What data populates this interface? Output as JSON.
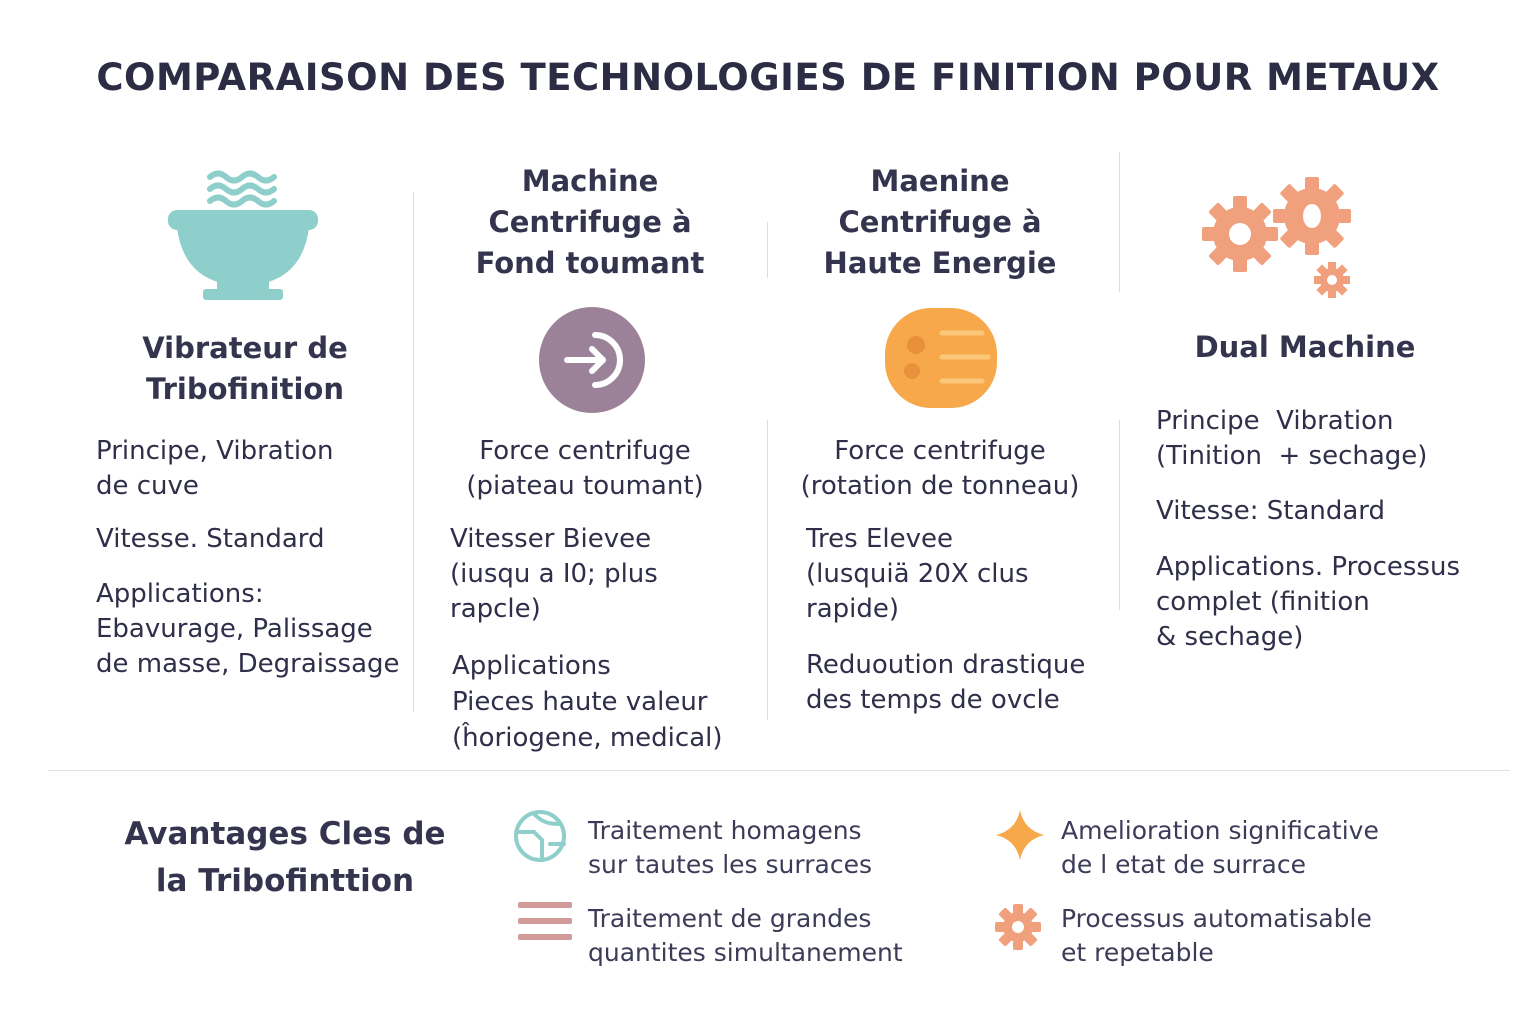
{
  "title": "COMPARAISON DES TECHNOLOGIES DE FINITION POUR METAUX",
  "colors": {
    "teal": "#8ecfcb",
    "purple": "#9b8298",
    "orange": "#f6a84a",
    "salmon": "#f0a07c",
    "rose": "#d39a9a"
  },
  "columns": [
    {
      "icon": "bowl-icon",
      "heading": [
        "Vibrateur de",
        "Tribofinition"
      ],
      "blocks": [
        [
          "Principe, Vibration",
          "de cuve"
        ],
        [
          "Vitesse. Standard"
        ],
        [
          "Applications:",
          "Ebavurage, Palissage",
          "de masse, Degraissage"
        ]
      ]
    },
    {
      "icon": "arrow-circle-icon",
      "heading": [
        "Machine",
        "Centrifuge à",
        "Fond toumant"
      ],
      "blocks": [
        [
          "Force centrifuge",
          "(piateau toumant)"
        ],
        [
          "Vitesser Bievee",
          "(iusqu a I0; plus",
          "rapcle)"
        ],
        [
          "Applications",
          "Pieces haute valeur",
          "(ĥoriogene, medical)"
        ]
      ]
    },
    {
      "icon": "barrel-icon",
      "heading": [
        "Maenine",
        "Centrifuge à",
        "Haute Energie"
      ],
      "blocks": [
        [
          "Force centrifuge",
          "(rotation de tonneau)"
        ],
        [
          "Tres Elevee",
          "(lusquiä 20X clus",
          "rapide)"
        ],
        [
          "Reduoution drastique",
          "des temps de ovcle"
        ]
      ]
    },
    {
      "icon": "gears-icon",
      "heading": [
        "Dual Machine"
      ],
      "blocks": [
        [
          "Principe  Vibration",
          "(Tinition  + sechage)"
        ],
        [
          "Vitesse: Standard"
        ],
        [
          "Applications. Processus",
          "complet (finition",
          "& sechage)"
        ]
      ]
    }
  ],
  "advantages": {
    "title": [
      "Avantages Cles de",
      "la Tribofinttion"
    ],
    "items": [
      {
        "icon": "globe-icon",
        "lines": [
          "Traitement homagens",
          "sur tautes les surraces"
        ]
      },
      {
        "icon": "sparkle-icon",
        "lines": [
          "Amelioration significative",
          "de l etat de surrace"
        ]
      },
      {
        "icon": "stack-lines-icon",
        "lines": [
          "Traitement de grandes",
          "quantites simultanement"
        ]
      },
      {
        "icon": "gear-icon",
        "lines": [
          "Processus automatisable",
          "et repetable"
        ]
      }
    ]
  }
}
